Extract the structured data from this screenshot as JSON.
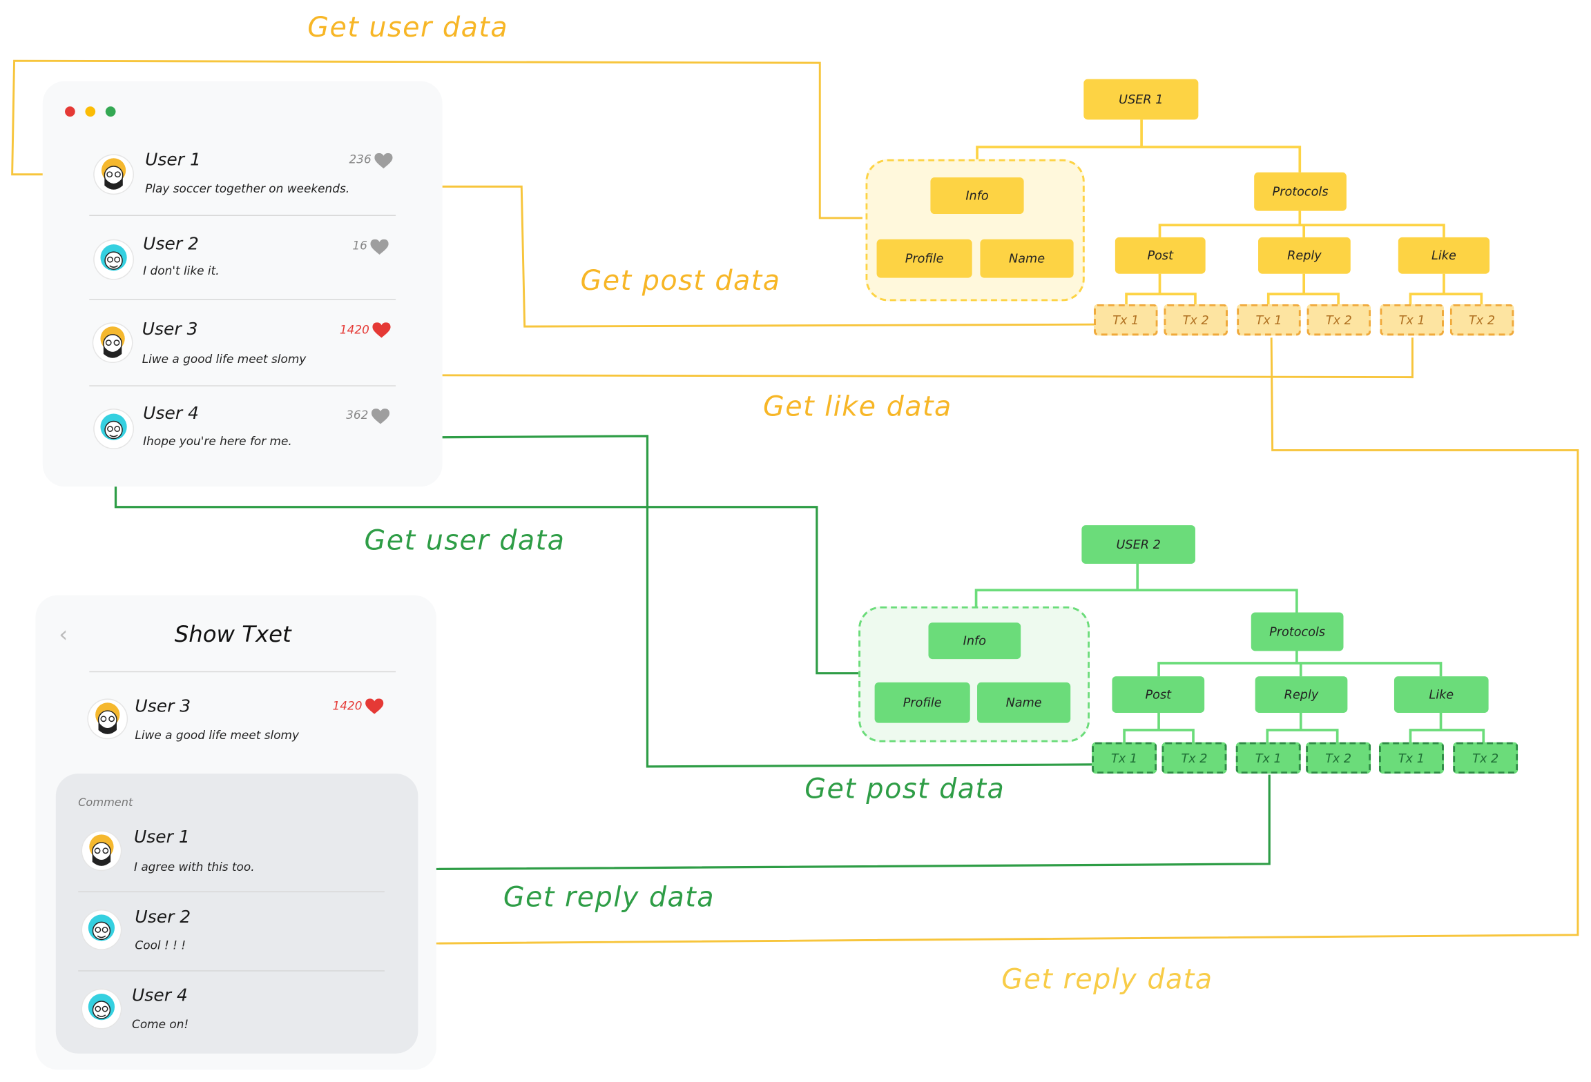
{
  "feed": {
    "posts": [
      {
        "user": "User 1",
        "text": "Play soccer together on weekends.",
        "count": "236",
        "liked": false,
        "avatar": "yellow-hair-masked"
      },
      {
        "user": "User 2",
        "text": "I don't like it.",
        "count": "16",
        "liked": false,
        "avatar": "cyan-hair"
      },
      {
        "user": "User 3",
        "text": "Liwe a good life meet slomy",
        "count": "1420",
        "liked": true,
        "avatar": "yellow-hair-masked"
      },
      {
        "user": "User 4",
        "text": "Ihope you're here for me.",
        "count": "362",
        "liked": false,
        "avatar": "cyan-hair"
      }
    ]
  },
  "detail": {
    "title": "Show Txet",
    "post": {
      "user": "User 3",
      "text": "Liwe a good life meet slomy",
      "count": "1420"
    },
    "comment_label": "Comment",
    "comments": [
      {
        "user": "User 1",
        "text": "I agree with this too."
      },
      {
        "user": "User 2",
        "text": "Cool ! ! !"
      },
      {
        "user": "User 4",
        "text": "Come on!"
      }
    ]
  },
  "tree_user1": {
    "root": "USER 1",
    "info": "Info",
    "profile": "Profile",
    "name": "Name",
    "protocols": "Protocols",
    "post": "Post",
    "reply": "Reply",
    "like": "Like",
    "tx1": "Tx 1",
    "tx2": "Tx 2"
  },
  "tree_user2": {
    "root": "USER 2",
    "info": "Info",
    "profile": "Profile",
    "name": "Name",
    "protocols": "Protocols",
    "post": "Post",
    "reply": "Reply",
    "like": "Like",
    "tx1": "Tx 1",
    "tx2": "Tx 2"
  },
  "labels": {
    "get_user_data_yellow": "Get user data",
    "get_post_data_yellow": "Get post data",
    "get_like_data_yellow": "Get like data",
    "get_user_data_green": "Get user data",
    "get_post_data_green": "Get post data",
    "get_reply_data_green": "Get reply data",
    "get_reply_data_yellow": "Get reply data"
  },
  "colors": {
    "yellow_fill": "#fdd344",
    "yellow_line": "#f7c53c",
    "green_fill": "#6bdc7a",
    "green_line": "#2e9d46",
    "window_red": "#e53935",
    "window_yellow": "#fbbc05",
    "window_green": "#34a853",
    "heart_red": "#e53935",
    "heart_gray": "#9e9e9e"
  }
}
